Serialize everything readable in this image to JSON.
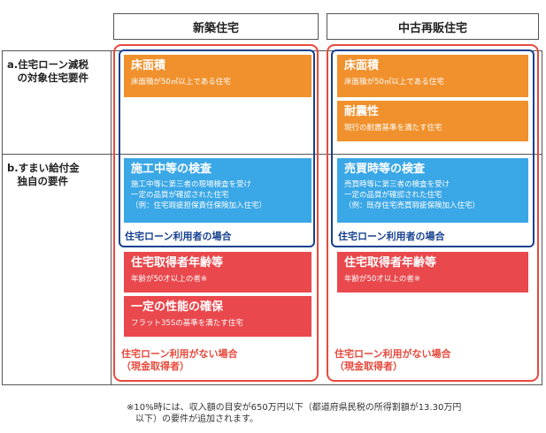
{
  "headers": {
    "new": "新築住宅",
    "used": "中古再販住宅"
  },
  "rows": {
    "a": "a.住宅ローン減税\n　の対象住宅要件",
    "b": "b.すまい給付金\n　独自の要件"
  },
  "new": {
    "floor": {
      "title": "床面積",
      "sub": "床面積が50㎡以上である住宅"
    },
    "inspection": {
      "title": "施工中等の検査",
      "sub": "施工中等に第三者の現場検査を受け\n一定の品質が確認された住宅\n（例：住宅瑕疵担保責任保険加入住宅）"
    },
    "loan_caption": "住宅ローン利用者の場合",
    "age": {
      "title": "住宅取得者年齢等",
      "sub": "年齢が50才以上の者※"
    },
    "performance": {
      "title": "一定の性能の確保",
      "sub": "フラット35Sの基準を満たす住宅"
    },
    "cash_caption": "住宅ローン利用がない場合\n（現金取得者）"
  },
  "used": {
    "floor": {
      "title": "床面積",
      "sub": "床面積が50㎡以上である住宅"
    },
    "quake": {
      "title": "耐震性",
      "sub": "現行の耐震基準を満たす住宅"
    },
    "inspection": {
      "title": "売買時等の検査",
      "sub": "売買時等に第三者の検査を受け\n一定の品質が確認された住宅\n（例：既存住宅売買瑕疵保険加入住宅）"
    },
    "loan_caption": "住宅ローン利用者の場合",
    "age": {
      "title": "住宅取得者年齢等",
      "sub": "年齢が50才以上の者※"
    },
    "cash_caption": "住宅ローン利用がない場合\n（現金取得者）"
  },
  "footnote": "※10%時には、収入額の目安が650万円以下（都道府県民税の所得割額が13.30万円\n　以下）の要件が追加されます。",
  "colors": {
    "orange": "#f0912d",
    "blue": "#3aa7e6",
    "red": "#e9484d",
    "navy": "#17418f",
    "outline_red": "#e64a3d"
  }
}
